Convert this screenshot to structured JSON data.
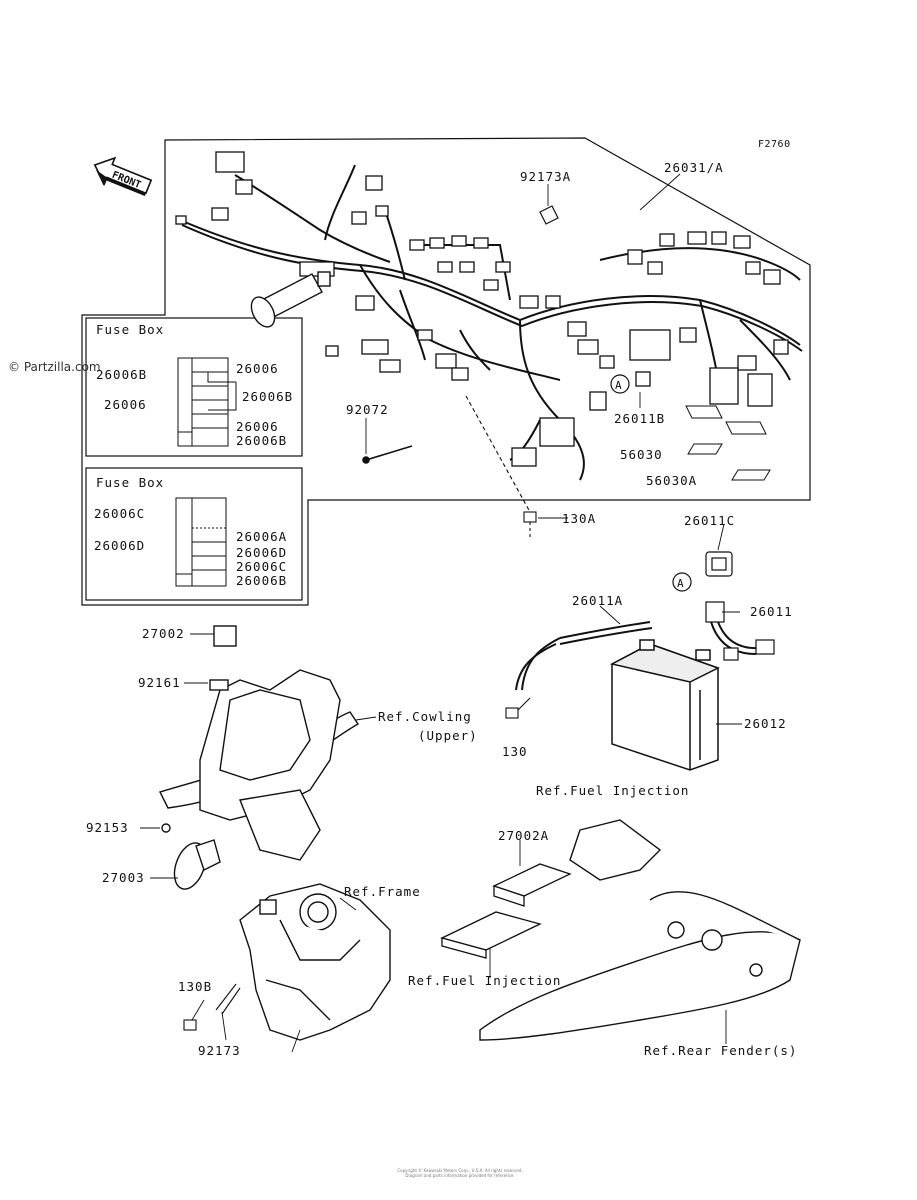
{
  "figure_code": "F2760",
  "watermark": "© Partzilla.com",
  "front_arrow": "FRONT",
  "fuse_boxes": [
    {
      "title": "Fuse Box",
      "labels": [
        "26006B",
        "26006",
        "26006",
        "26006B",
        "26006",
        "26006B"
      ]
    },
    {
      "title": "Fuse Box",
      "labels": [
        "26006C",
        "26006D",
        "26006A",
        "26006D",
        "26006C",
        "26006B"
      ]
    }
  ],
  "parts": {
    "p26031A": "26031/A",
    "p92173A": "92173A",
    "p92072": "92072",
    "p26011B": "26011B",
    "p56030": "56030",
    "p56030A": "56030A",
    "p130A": "130A",
    "p26011C": "26011C",
    "p26011A": "26011A",
    "p26011": "26011",
    "p26012": "26012",
    "p130": "130",
    "p27002": "27002",
    "p92161": "92161",
    "p92153": "92153",
    "p27003": "27003",
    "p27002A": "27002A",
    "p130B": "130B",
    "p92173": "92173"
  },
  "refs": {
    "cowling_1": "Ref.Cowling",
    "cowling_2": "(Upper)",
    "fuel_injection_1": "Ref.Fuel Injection",
    "frame": "Ref.Frame",
    "fuel_injection_2": "Ref.Fuel Injection",
    "rear_fender": "Ref.Rear Fender(s)"
  },
  "callout_letter": "A",
  "footer_line1": "Copyright © Kawasaki Motors Corp., U.S.A. All rights reserved.",
  "footer_line2": "Diagram and parts information provided for reference."
}
